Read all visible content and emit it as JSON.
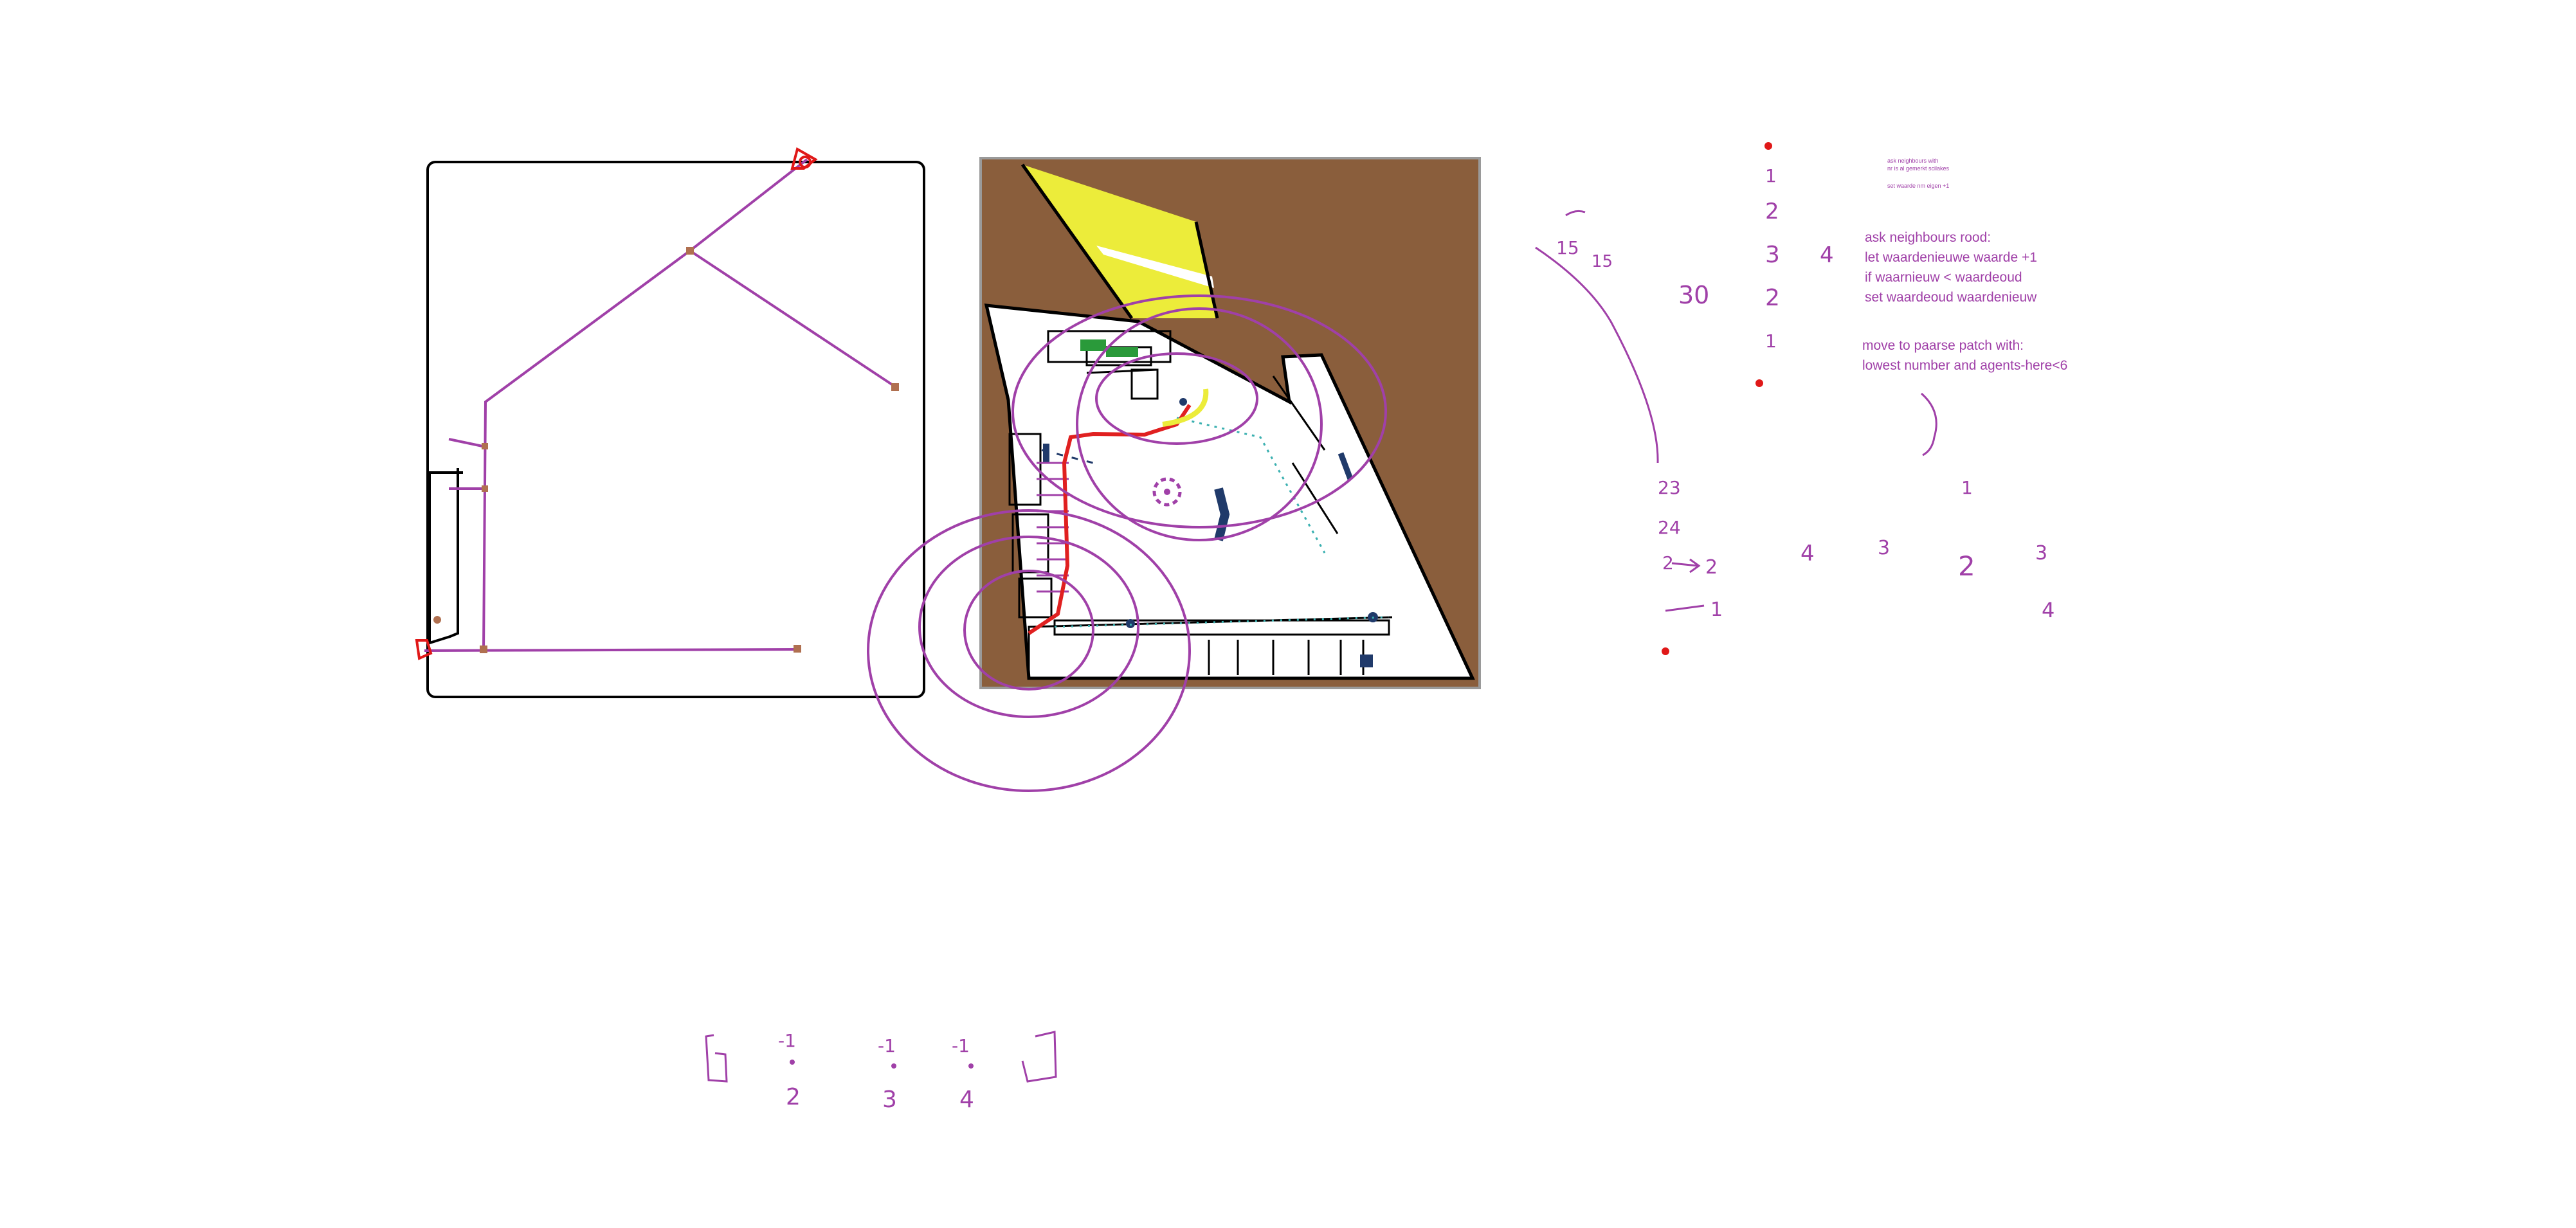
{
  "colors": {
    "ink": "#a040a8",
    "outline": "#000000",
    "map_ground": "#8a5e3c",
    "map_floor": "#ffffff",
    "highlight_yellow": "#ecec3a",
    "route_red": "#e02020",
    "marker_red": "#e01818",
    "node_brown": "#b07050",
    "obstacle_navy": "#203a6a",
    "obstacle_green": "#2a9a3a",
    "trail_cyan": "#3ab0b0"
  },
  "notes": {
    "small": [
      "ask neighbours with",
      "nr is al gemerkt scilakes",
      "set waarde nm eigen +1"
    ],
    "large": [
      "ask neighbours rood:",
      "let waardenieuwe waarde +1",
      "if waarnieuw < waardeoud",
      "set waardeoud waardenieuw",
      "move to paarse patch with:",
      "lowest number and agents-here<6"
    ]
  },
  "handwriting": {
    "column_right": [
      "1",
      "2",
      "3",
      "4",
      "2",
      "1"
    ],
    "column_left": [
      "23",
      "24",
      "2",
      "2",
      "1"
    ],
    "top_marks": [
      "15",
      "15",
      "30"
    ],
    "right_numbers": [
      "1",
      "4",
      "3",
      "2",
      "3",
      "4"
    ],
    "bottom_row": [
      "-1",
      "2",
      "-1",
      "3",
      "-1",
      "4"
    ]
  }
}
